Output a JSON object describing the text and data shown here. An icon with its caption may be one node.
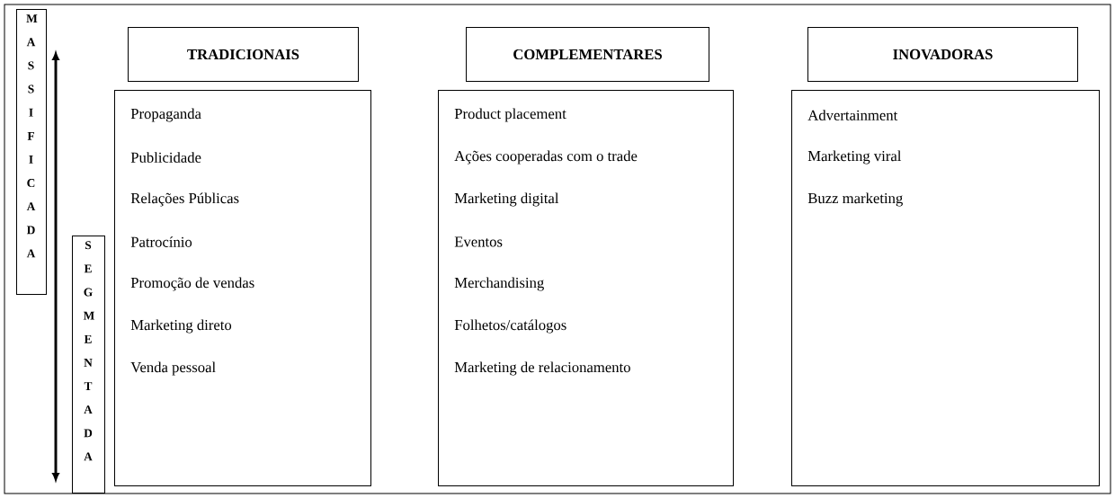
{
  "diagram": {
    "nodes": [
      {
        "text": [
          "MASSIFICADA"
        ]
      },
      {
        "text": [
          "SEGMENTADA"
        ]
      },
      {
        "text": [
          "TRADICIONAIS"
        ]
      },
      {
        "text": [
          "COMPLEMENTARES"
        ]
      },
      {
        "text": [
          "INOVADORAS"
        ]
      },
      {
        "text": [
          "Propaganda",
          "Publicidade",
          "Relações Públicas",
          "Patrocínio",
          "Promoção de vendas",
          "Marketing direto",
          "Venda pessoal"
        ]
      },
      {
        "text": [
          "Product placement",
          "Ações cooperadas com o trade",
          "Marketing digital",
          "Eventos",
          "Merchandising",
          "Folhetos/catálogos",
          "Marketing de relacionamento"
        ]
      },
      {
        "text": [
          "Advertainment",
          "Marketing viral",
          "Buzz marketing"
        ]
      }
    ]
  }
}
